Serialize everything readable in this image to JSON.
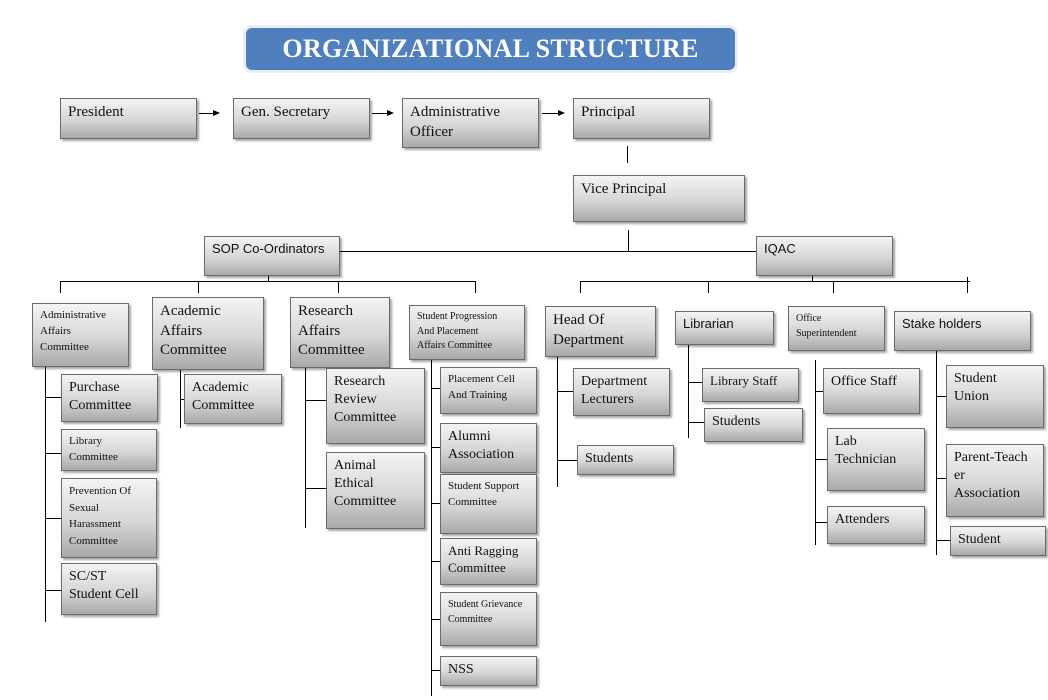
{
  "title": "ORGANIZATIONAL STRUCTURE",
  "nodes": {
    "president": "President",
    "gen_secretary": "Gen. Secretary",
    "admin_officer": "Administrative\nOfficer",
    "principal": "Principal",
    "vice_principal": "Vice Principal",
    "sop": "SOP Co-Ordinators",
    "iqac": "IQAC",
    "admin_affairs": "Administrative\nAffairs\nCommittee",
    "academic_affairs": "Academic\nAffairs\nCommittee",
    "research_affairs": "Research\nAffairs\nCommittee",
    "student_progression": "Student Progression\nAnd Placement\nAffairs Committee",
    "head_of_department": "Head Of\nDepartment",
    "librarian": "Librarian",
    "office_superintendent": "Office\nSuperintendent",
    "stake_holders": "Stake holders",
    "purchase_committee": "Purchase\nCommittee",
    "library_committee": "Library\nCommittee",
    "prevention_committee": "Prevention Of\nSexual\nHarassment\nCommittee",
    "scst_cell": "SC/ST\nStudent Cell",
    "academic_committee": "Academic\nCommittee",
    "research_review": "Research\nReview\nCommittee",
    "animal_ethical": "Animal\nEthical\nCommittee",
    "placement_cell": "Placement Cell\nAnd Training",
    "alumni": "Alumni\nAssociation",
    "student_support": "Student Support\nCommittee",
    "anti_ragging": "Anti Ragging\nCommittee",
    "student_grievance": "Student Grievance\nCommittee",
    "nss": "NSS",
    "department_lecturers": "Department\nLecturers",
    "hod_students": "Students",
    "library_staff": "Library Staff",
    "lib_students": "Students",
    "office_staff": "Office Staff",
    "lab_technician": "Lab\nTechnician",
    "attenders": "Attenders",
    "student_union": "Student\nUnion",
    "pta": "Parent-Teach\ner\nAssociation",
    "stake_student": "Student"
  }
}
